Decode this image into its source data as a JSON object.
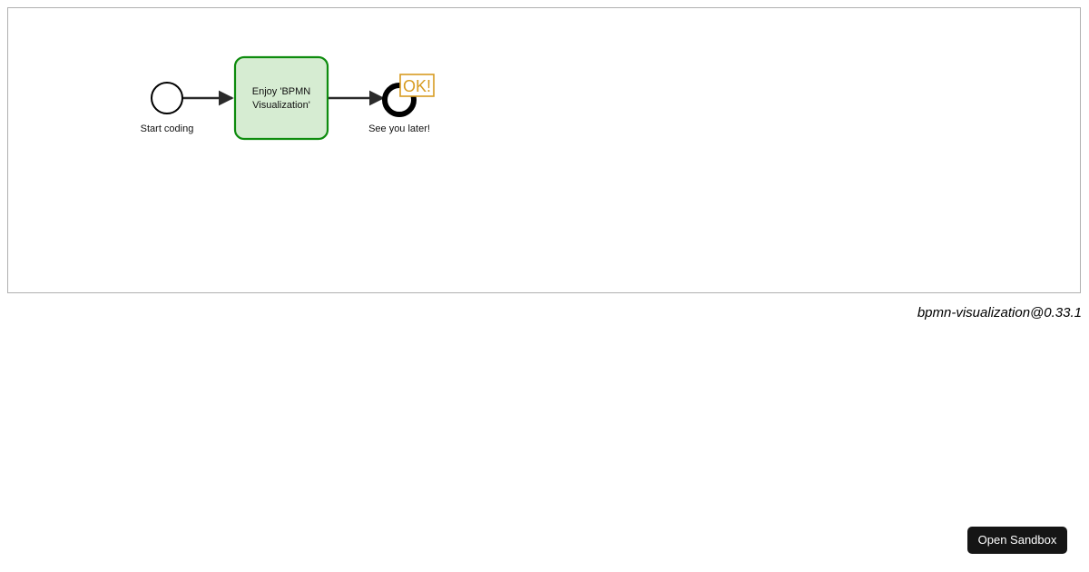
{
  "canvas": {
    "border_color": "#b0b0b0",
    "background": "#ffffff"
  },
  "diagram": {
    "type": "bpmn-process",
    "start_event": {
      "label": "Start coding",
      "shape": "circle-thin",
      "stroke": "#000000",
      "fill": "#ffffff"
    },
    "task": {
      "label_line1": "Enjoy 'BPMN",
      "label_line2": "Visualization'",
      "shape": "rounded-rectangle",
      "stroke": "#0e8c0e",
      "fill": "#d6ecd2"
    },
    "end_event": {
      "label": "See you later!",
      "shape": "circle-thick",
      "stroke": "#000000",
      "fill": "#ffffff"
    },
    "badge": {
      "text": "OK!",
      "border_color": "#d79b21",
      "text_color": "#d79b21",
      "fill": "#ffffff"
    },
    "flows": [
      {
        "name": "start-to-task",
        "stroke": "#2b2b2b"
      },
      {
        "name": "task-to-end",
        "stroke": "#2b2b2b"
      }
    ]
  },
  "footer": {
    "version": "bpmn-visualization@0.33.1"
  },
  "actions": {
    "open_sandbox_label": "Open Sandbox",
    "open_sandbox_bg": "#151515",
    "open_sandbox_fg": "#ffffff"
  }
}
